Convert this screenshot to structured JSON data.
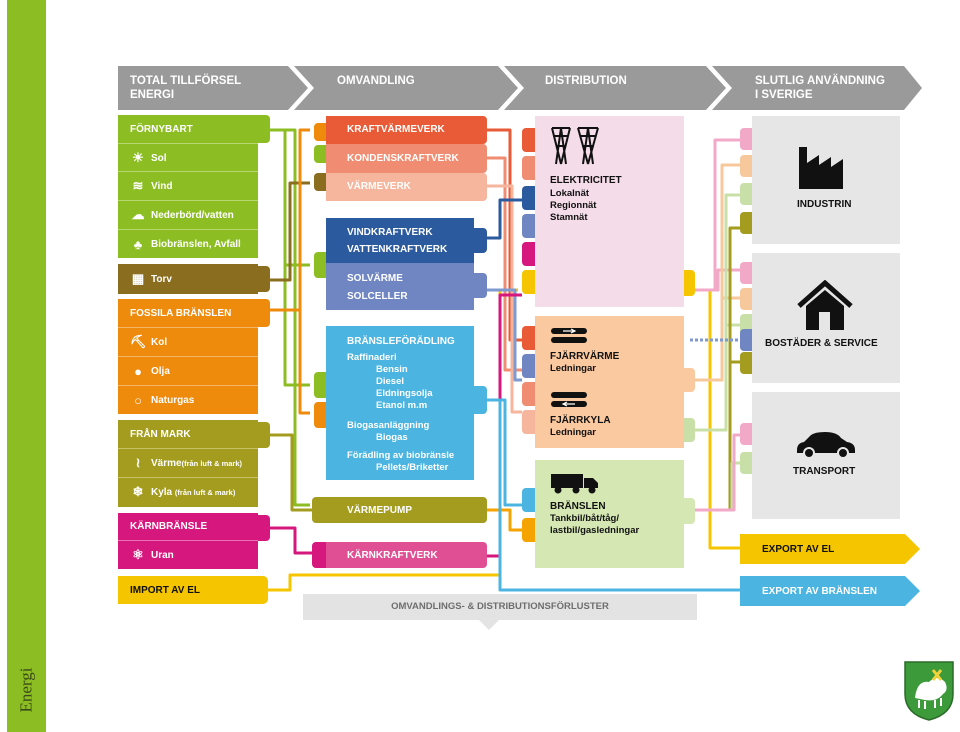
{
  "sidebar_label": "Energi",
  "header": {
    "stage1": [
      "TOTAL TILLFÖRSEL",
      "ENERGI"
    ],
    "stage2": "OMVANDLING",
    "stage3": "DISTRIBUTION",
    "stage4": [
      "SLUTLIG ANVÄNDNING",
      "I SVERIGE"
    ]
  },
  "supply": {
    "fornybart": "FÖRNYBART",
    "sol": "Sol",
    "vind": "Vind",
    "nederbord": "Nederbörd/vatten",
    "biobransle": "Biobränslen, Avfall",
    "torv": "Torv",
    "fossila": "FOSSILA BRÄNSLEN",
    "kol": "Kol",
    "olja": "Olja",
    "naturgas": "Naturgas",
    "fran_mark": "FRÅN MARK",
    "varme": "Värme",
    "varme_note": "(från luft & mark)",
    "kyla": "Kyla",
    "kyla_note": "(från luft & mark)",
    "karnbransle": "KÄRNBRÄNSLE",
    "uran": "Uran",
    "import": "IMPORT AV EL"
  },
  "conversion": {
    "kraftvarmeverk": "KRAFTVÄRMEVERK",
    "kondenskraftverk": "KONDENSKRAFTVERK",
    "varmeverk": "VÄRMEVERK",
    "vindkraftverk": "VINDKRAFTVERK",
    "vattenkraftverk": "VATTENKRAFTVERK",
    "solvarme": "SOLVÄRME",
    "solceller": "SOLCELLER",
    "bransleforadling": "BRÄNSLEFÖRÄDLING",
    "raffinaderi": "Raffinaderi",
    "bensin": "Bensin",
    "diesel": "Diesel",
    "eldningsolja": "Eldningsolja",
    "etanol": "Etanol m.m",
    "biogasanlaggning": "Biogasanläggning",
    "biogas": "Biogas",
    "foradling_bio": "Förädling av biobränsle",
    "pellets": "Pellets/Briketter",
    "varmepump": "VÄRMEPUMP",
    "karnkraftverk": "KÄRNKRAFTVERK"
  },
  "distribution": {
    "elektricitet": "ELEKTRICITET",
    "lokalnat": "Lokalnät",
    "regionnat": "Regionnät",
    "stamnat": "Stamnät",
    "fjarrvarme": "FJÄRRVÄRME",
    "fjarrvarme_sub": "Ledningar",
    "fjarrkyla": "FJÄRRKYLA",
    "fjarrkyla_sub": "Ledningar",
    "branslen": "BRÄNSLEN",
    "branslen_sub1": "Tankbil/båt/tåg/",
    "branslen_sub2": "lastbil/gasledningar"
  },
  "use": {
    "industrin": "INDUSTRIN",
    "bostader": "BOSTÄDER & SERVICE",
    "transport": "TRANSPORT",
    "export_el": "EXPORT AV EL",
    "export_branslen": "EXPORT AV BRÄNSLEN"
  },
  "losses": "OMVANDLINGS- & DISTRIBUTIONSFÖRLUSTER",
  "colors": {
    "green": "#8cbe23",
    "brown": "#8a6d1e",
    "orange": "#ee8a0c",
    "olive": "#a39c1e",
    "magenta": "#d6177e",
    "yellow": "#f5c500",
    "blue": "#2c5a9e",
    "light_blue": "#4bb4e0",
    "gray": "#9a9a9a"
  }
}
